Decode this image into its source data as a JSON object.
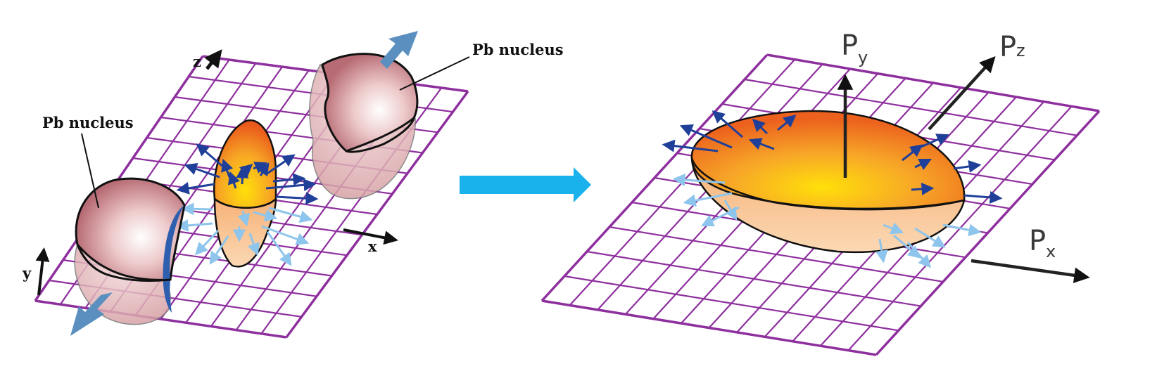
{
  "left_panel": {
    "nucleus_label_top": "Pb nucleus",
    "nucleus_label_left": "Pb nucleus",
    "axes": {
      "x": "x",
      "y": "y",
      "z": "z"
    }
  },
  "right_panel": {
    "momentum_axes": {
      "py_main": "P",
      "py_sub": "y",
      "pz_main": "P",
      "pz_sub": "z",
      "px_main": "P",
      "px_sub": "x"
    }
  },
  "colors": {
    "grid": "#8e2f9e",
    "arrow_dark": "#1f3f99",
    "arrow_light": "#8ec5ec",
    "transition_arrow": "#19b2ec",
    "beam_arrow": "#5a8fc0",
    "nucleus": "#e0a6aa",
    "fireball_core": "#ffd20a",
    "fireball_edge": "#ee6a1c"
  }
}
